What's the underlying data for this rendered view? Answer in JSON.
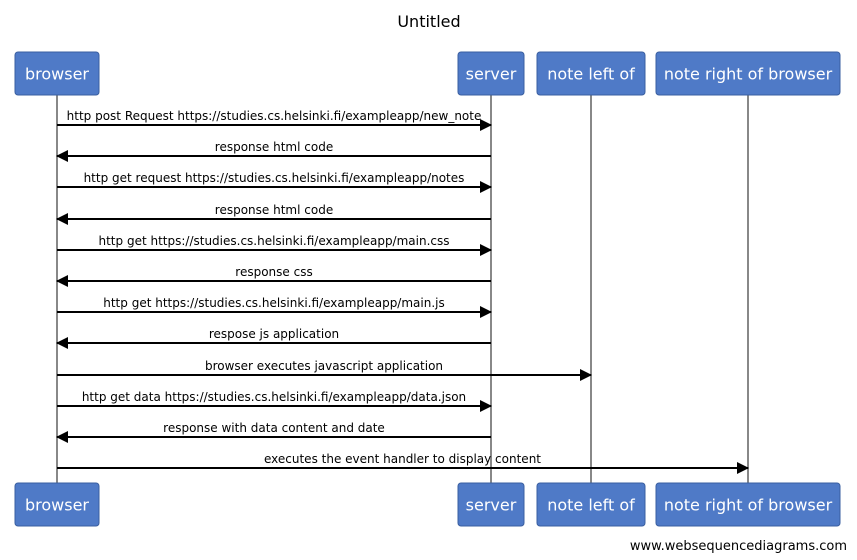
{
  "title": "Untitled",
  "footer": "www.websequencediagrams.com",
  "colors": {
    "actor_fill": "#4f7ac7",
    "actor_text": "#ffffff",
    "lifeline": "#888888",
    "arrow": "#000000"
  },
  "participants": [
    {
      "id": "browser",
      "label": "browser"
    },
    {
      "id": "server",
      "label": "server"
    },
    {
      "id": "note_left",
      "label": "note left of"
    },
    {
      "id": "note_right",
      "label": "note right of browser"
    }
  ],
  "messages": [
    {
      "from": "browser",
      "to": "server",
      "label": "http post Request https://studies.cs.helsinki.fi/exampleapp/new_note"
    },
    {
      "from": "server",
      "to": "browser",
      "label": "response html code"
    },
    {
      "from": "browser",
      "to": "server",
      "label": "http get request https://studies.cs.helsinki.fi/exampleapp/notes"
    },
    {
      "from": "server",
      "to": "browser",
      "label": "response html code"
    },
    {
      "from": "browser",
      "to": "server",
      "label": "http get https://studies.cs.helsinki.fi/exampleapp/main.css"
    },
    {
      "from": "server",
      "to": "browser",
      "label": "response css"
    },
    {
      "from": "browser",
      "to": "server",
      "label": "http get https://studies.cs.helsinki.fi/exampleapp/main.js"
    },
    {
      "from": "server",
      "to": "browser",
      "label": "respose js application"
    },
    {
      "from": "browser",
      "to": "note_left",
      "label": "browser executes javascript application"
    },
    {
      "from": "browser",
      "to": "server",
      "label": "http get data https://studies.cs.helsinki.fi/exampleapp/data.json"
    },
    {
      "from": "server",
      "to": "browser",
      "label": "response with data content and date"
    },
    {
      "from": "browser",
      "to": "note_right",
      "label": "executes the event handler to display content"
    }
  ]
}
